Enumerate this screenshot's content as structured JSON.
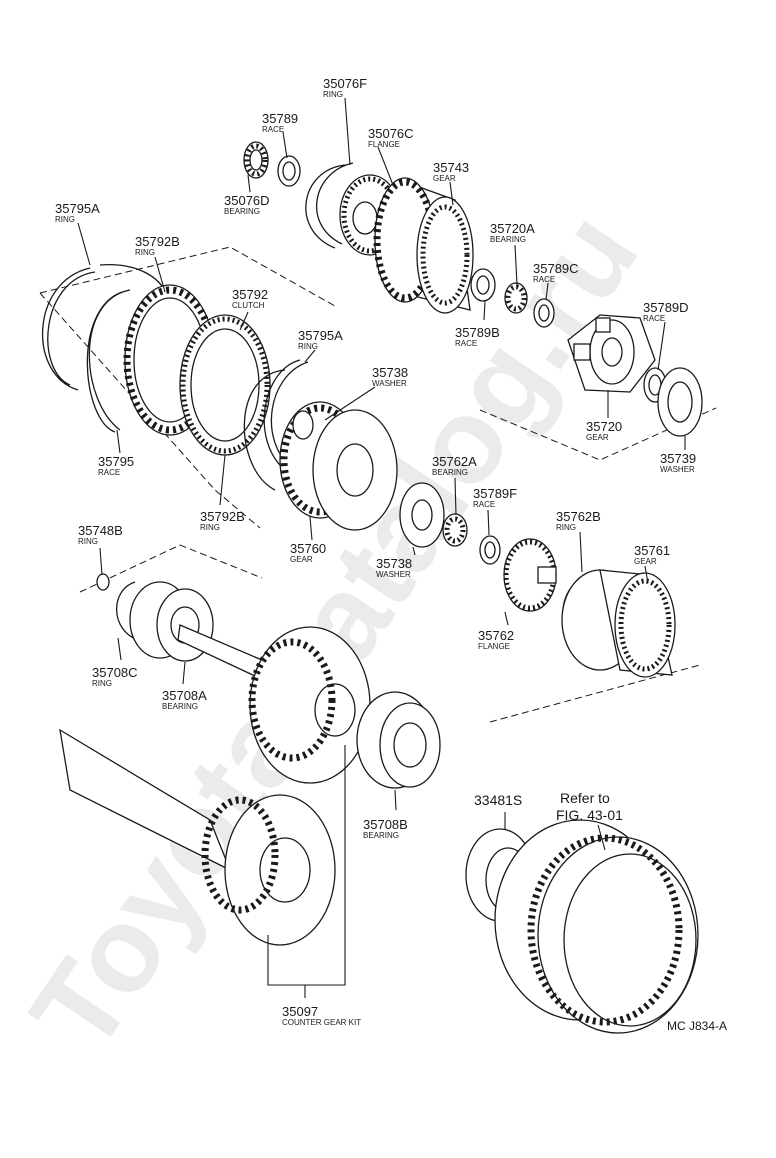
{
  "watermark": "ToyotaCatalog.ru",
  "footer": {
    "refer": "Refer to",
    "refer_fig": "FIG. 43-01",
    "code": "MC J834-A"
  },
  "parts": {
    "p35076F": {
      "num": "35076F",
      "name": "RING"
    },
    "p35789": {
      "num": "35789",
      "name": "RACE"
    },
    "p35076C": {
      "num": "35076C",
      "name": "FLANGE"
    },
    "p35743": {
      "num": "35743",
      "name": "GEAR"
    },
    "p35076D": {
      "num": "35076D",
      "name": "BEARING"
    },
    "p35795A_1": {
      "num": "35795A",
      "name": "RING"
    },
    "p35792B_1": {
      "num": "35792B",
      "name": "RING"
    },
    "p35720A": {
      "num": "35720A",
      "name": "BEARING"
    },
    "p35789C": {
      "num": "35789C",
      "name": "RACE"
    },
    "p35792": {
      "num": "35792",
      "name": "CLUTCH"
    },
    "p35789D": {
      "num": "35789D",
      "name": "RACE"
    },
    "p35789B": {
      "num": "35789B",
      "name": "RACE"
    },
    "p35795A_2": {
      "num": "35795A",
      "name": "RING"
    },
    "p35738_1": {
      "num": "35738",
      "name": "WASHER"
    },
    "p35720": {
      "num": "35720",
      "name": "GEAR"
    },
    "p35795": {
      "num": "35795",
      "name": "RACE"
    },
    "p35739": {
      "num": "35739",
      "name": "WASHER"
    },
    "p35762A": {
      "num": "35762A",
      "name": "BEARING"
    },
    "p35792B_2": {
      "num": "35792B",
      "name": "RING"
    },
    "p35789F": {
      "num": "35789F",
      "name": "RACE"
    },
    "p35748B": {
      "num": "35748B",
      "name": "RING"
    },
    "p35762B": {
      "num": "35762B",
      "name": "RING"
    },
    "p35760": {
      "num": "35760",
      "name": "GEAR"
    },
    "p35761": {
      "num": "35761",
      "name": "GEAR"
    },
    "p35738_2": {
      "num": "35738",
      "name": "WASHER"
    },
    "p35762": {
      "num": "35762",
      "name": "FLANGE"
    },
    "p35708C": {
      "num": "35708C",
      "name": "RING"
    },
    "p35708A": {
      "num": "35708A",
      "name": "BEARING"
    },
    "p33481S": {
      "num": "33481S",
      "name": ""
    },
    "p35708B": {
      "num": "35708B",
      "name": "BEARING"
    },
    "p35097": {
      "num": "35097",
      "name": "COUNTER GEAR KIT"
    }
  }
}
